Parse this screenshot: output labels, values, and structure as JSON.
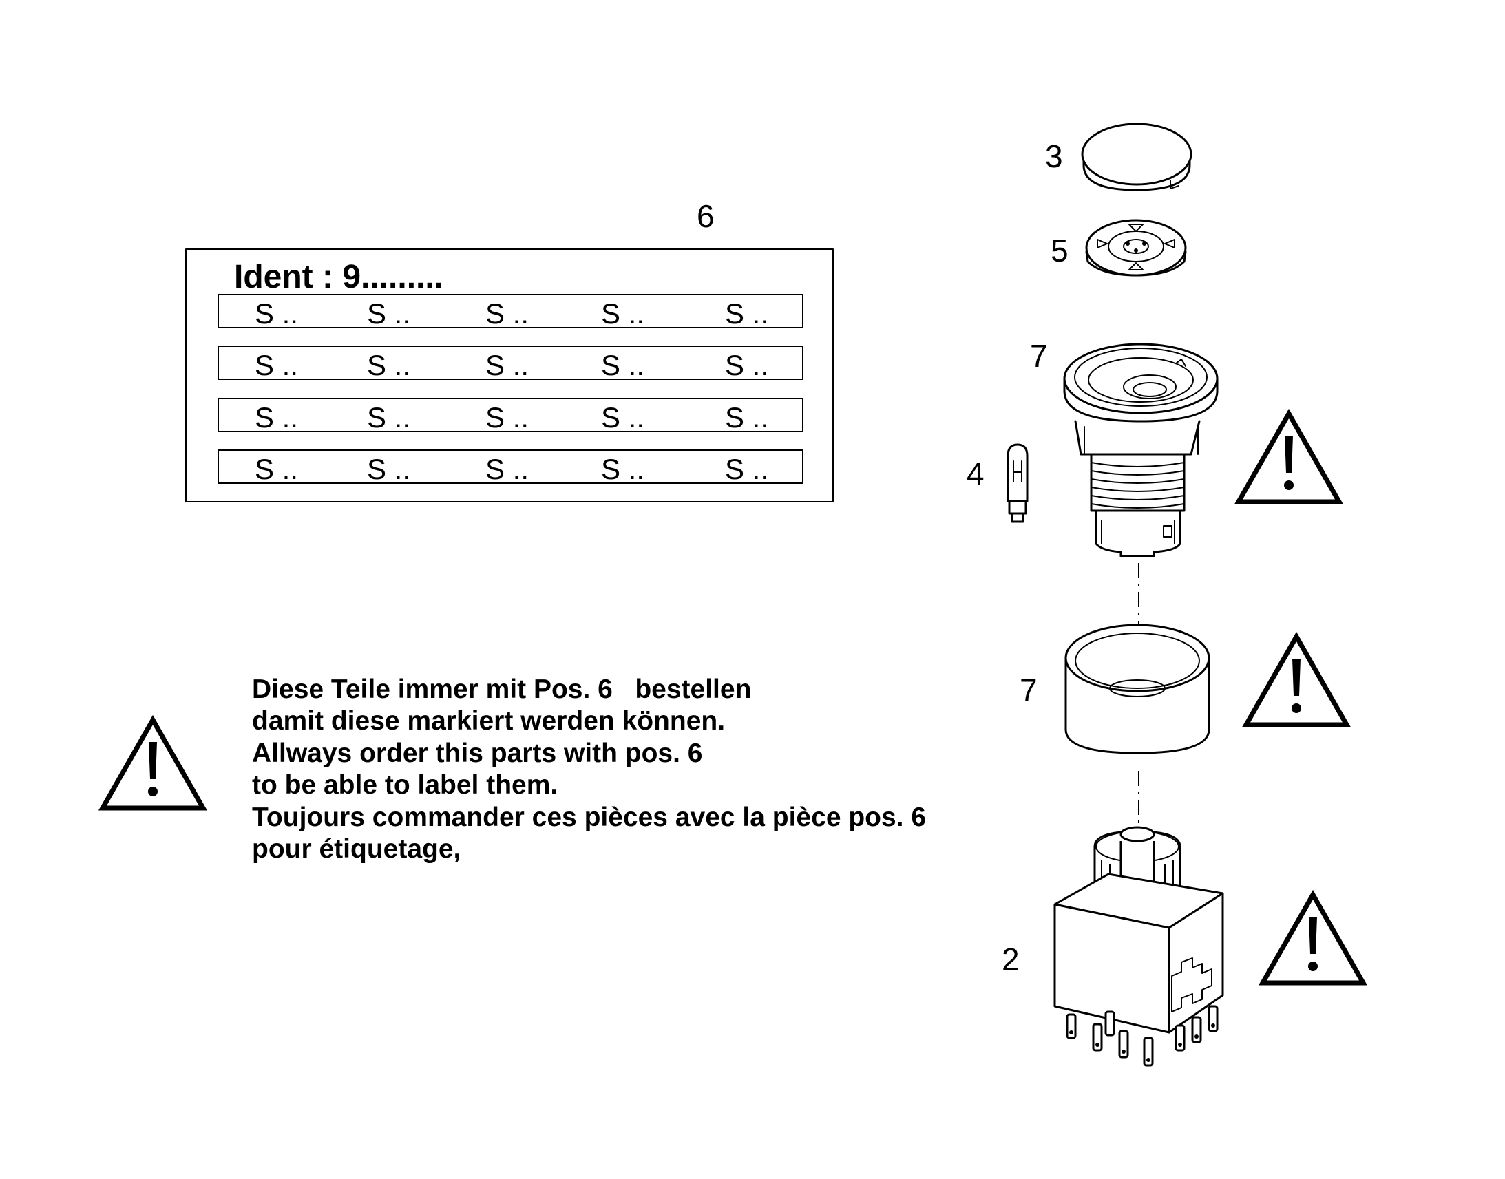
{
  "position_labels": {
    "p6": "6",
    "p3": "3",
    "p5": "5",
    "p7a": "7",
    "p4": "4",
    "p7b": "7",
    "p2": "2"
  },
  "label_plate": {
    "ident": "Ident : 9.........",
    "rows": [
      [
        "S ..",
        "S ..",
        "S ..",
        "S ..",
        "S .."
      ],
      [
        "S ..",
        "S ..",
        "S ..",
        "S ..",
        "S .."
      ],
      [
        "S ..",
        "S ..",
        "S ..",
        "S ..",
        "S .."
      ],
      [
        "S ..",
        "S ..",
        "S ..",
        "S ..",
        "S .."
      ]
    ]
  },
  "note_lines": [
    "Diese Teile immer mit Pos. 6   bestellen",
    "damit diese markiert werden können.",
    "Allways order this parts with pos. 6",
    "to be able to label them.",
    "Toujours commander ces pièces avec la pièce pos. 6",
    "pour étiquetage,"
  ],
  "icons": {
    "warning_note": "warning-triangle-icon",
    "warning_part7a": "warning-triangle-icon",
    "warning_part7b": "warning-triangle-icon",
    "warning_part2": "warning-triangle-icon"
  },
  "colors": {
    "line": "#000000",
    "background": "#ffffff"
  }
}
